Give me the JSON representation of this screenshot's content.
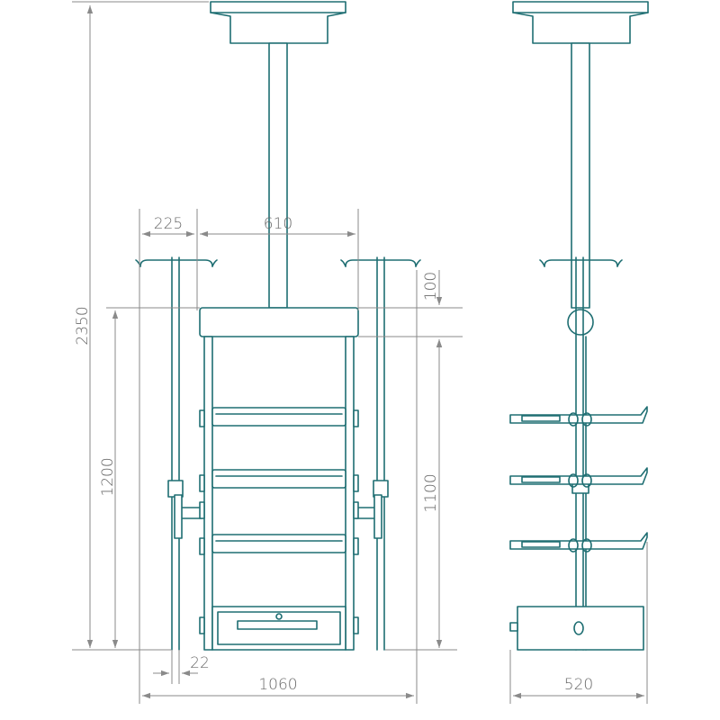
{
  "dimensions": {
    "total_height": "2350",
    "working_height": "1200",
    "pole_offset": "225",
    "center_width": "610",
    "top_gap": "100",
    "shelf_zone_height": "1100",
    "pole_diameter": "22",
    "overall_width": "1060",
    "depth": "520"
  },
  "colors": {
    "outline": "#1e6e72",
    "dimension": "#8a8a8a",
    "text": "#6a6a6a"
  }
}
